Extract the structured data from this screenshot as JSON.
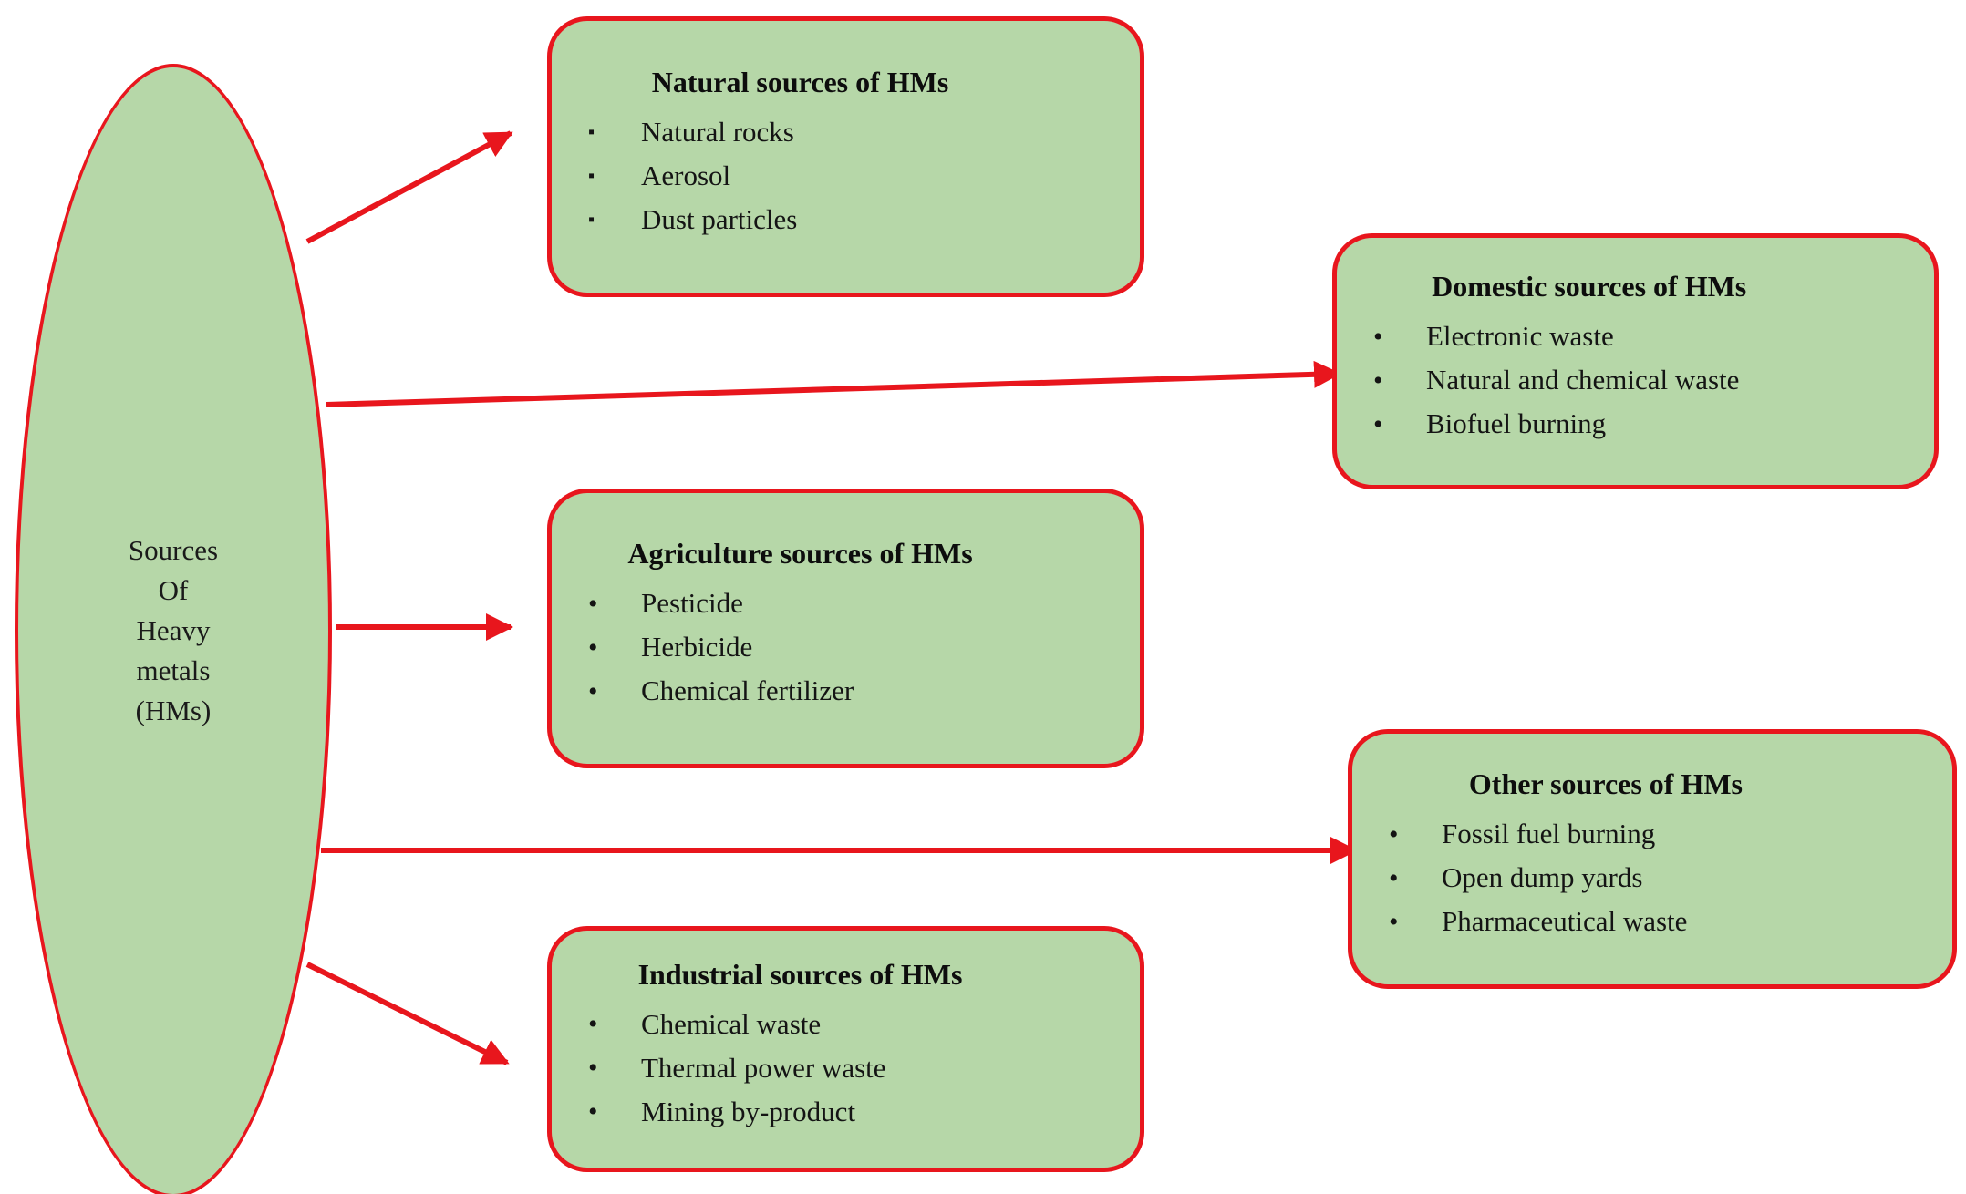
{
  "diagram": {
    "colors": {
      "box_fill": "#b6d7a8",
      "accent_red": "#e8161d",
      "text": "#111111"
    },
    "center_node": {
      "text": "Sources\nOf\nHeavy\nmetals\n(HMs)"
    },
    "boxes": [
      {
        "title": "Natural sources of HMs",
        "bullet": "▪",
        "items": [
          "Natural rocks",
          "Aerosol",
          "Dust particles"
        ]
      },
      {
        "title": "Domestic sources of HMs",
        "bullet": "•",
        "items": [
          "Electronic waste",
          "Natural and chemical waste",
          "Biofuel burning"
        ]
      },
      {
        "title": "Agriculture sources of HMs",
        "bullet": "•",
        "items": [
          "Pesticide",
          "Herbicide",
          "Chemical fertilizer"
        ]
      },
      {
        "title": "Other sources of HMs",
        "bullet": "•",
        "items": [
          "Fossil fuel burning",
          "Open dump yards",
          "Pharmaceutical waste"
        ]
      },
      {
        "title": "Industrial sources of HMs",
        "bullet": "•",
        "items": [
          "Chemical waste",
          "Thermal power waste",
          "Mining by-product"
        ]
      }
    ]
  }
}
